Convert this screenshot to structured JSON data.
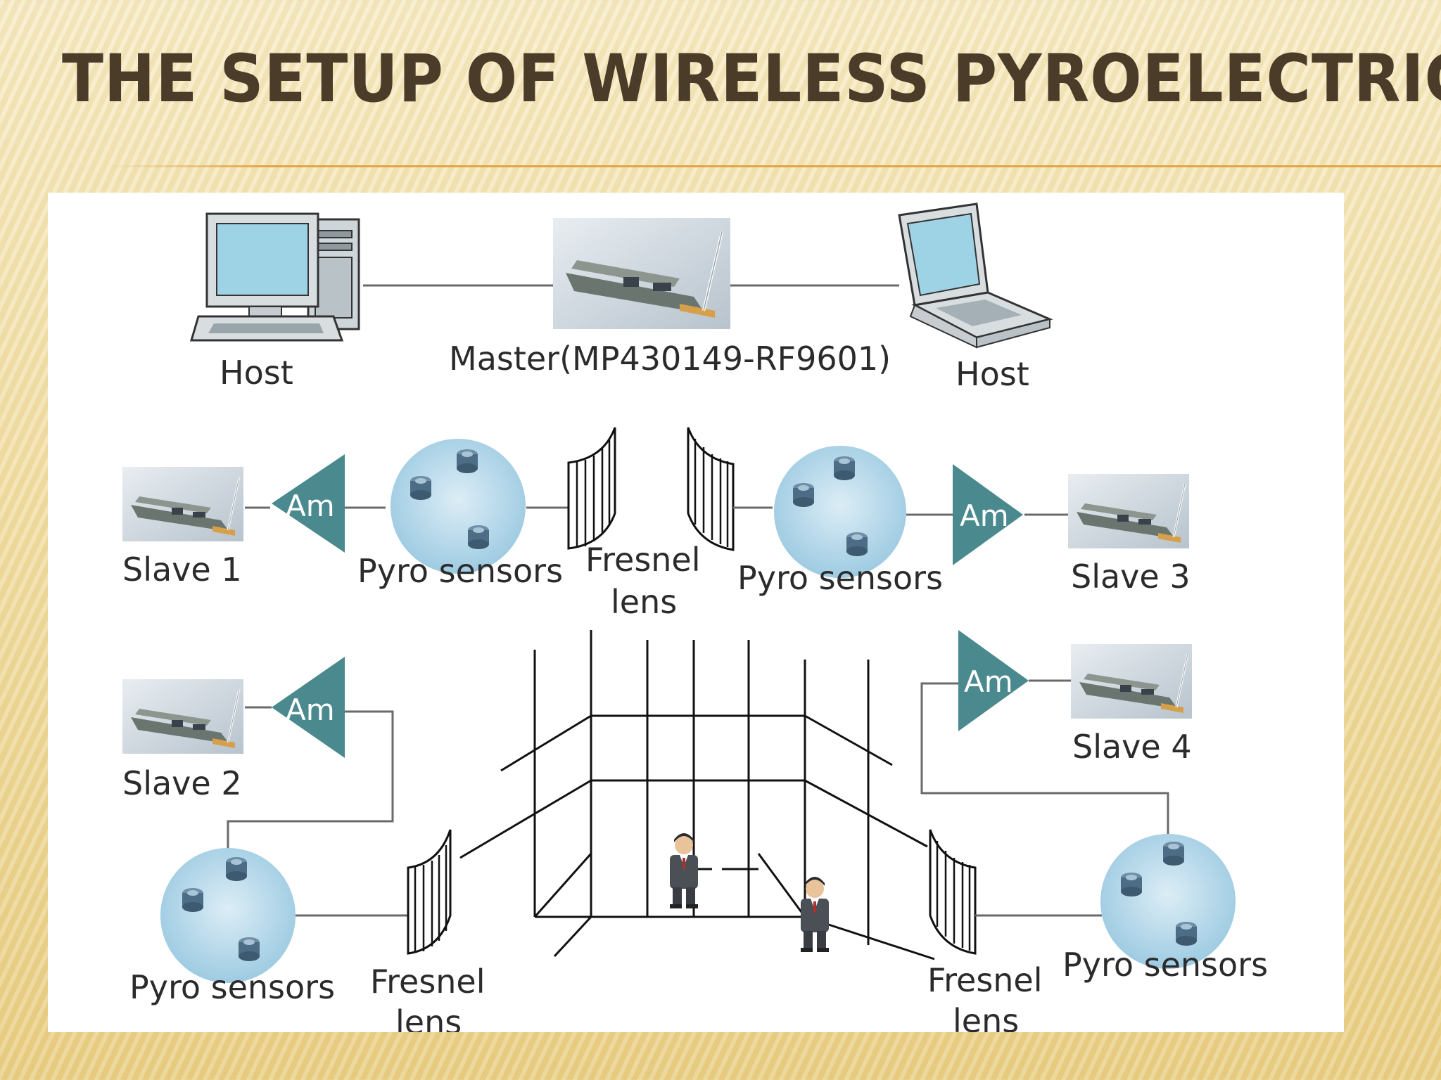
{
  "slide": {
    "title": "THE SETUP OF WIRELESS PYROELECTRIC"
  },
  "diagram": {
    "host_left_label": "Host",
    "host_right_label": "Host",
    "master_label": "Master(MP430149-RF9601)",
    "slave_labels": [
      "Slave 1",
      "Slave 2",
      "Slave 3",
      "Slave 4"
    ],
    "amplifier_label": "Am",
    "pyro_sensors_label": "Pyro sensors",
    "fresnel_label_line1": "Fresnel",
    "fresnel_label_line2": "lens"
  },
  "colors": {
    "accent_rule": "#e2a646",
    "title_text": "#4a3c28",
    "amplifier_fill": "#4a8a8e",
    "sensor_cluster": "#bfe0ef"
  }
}
